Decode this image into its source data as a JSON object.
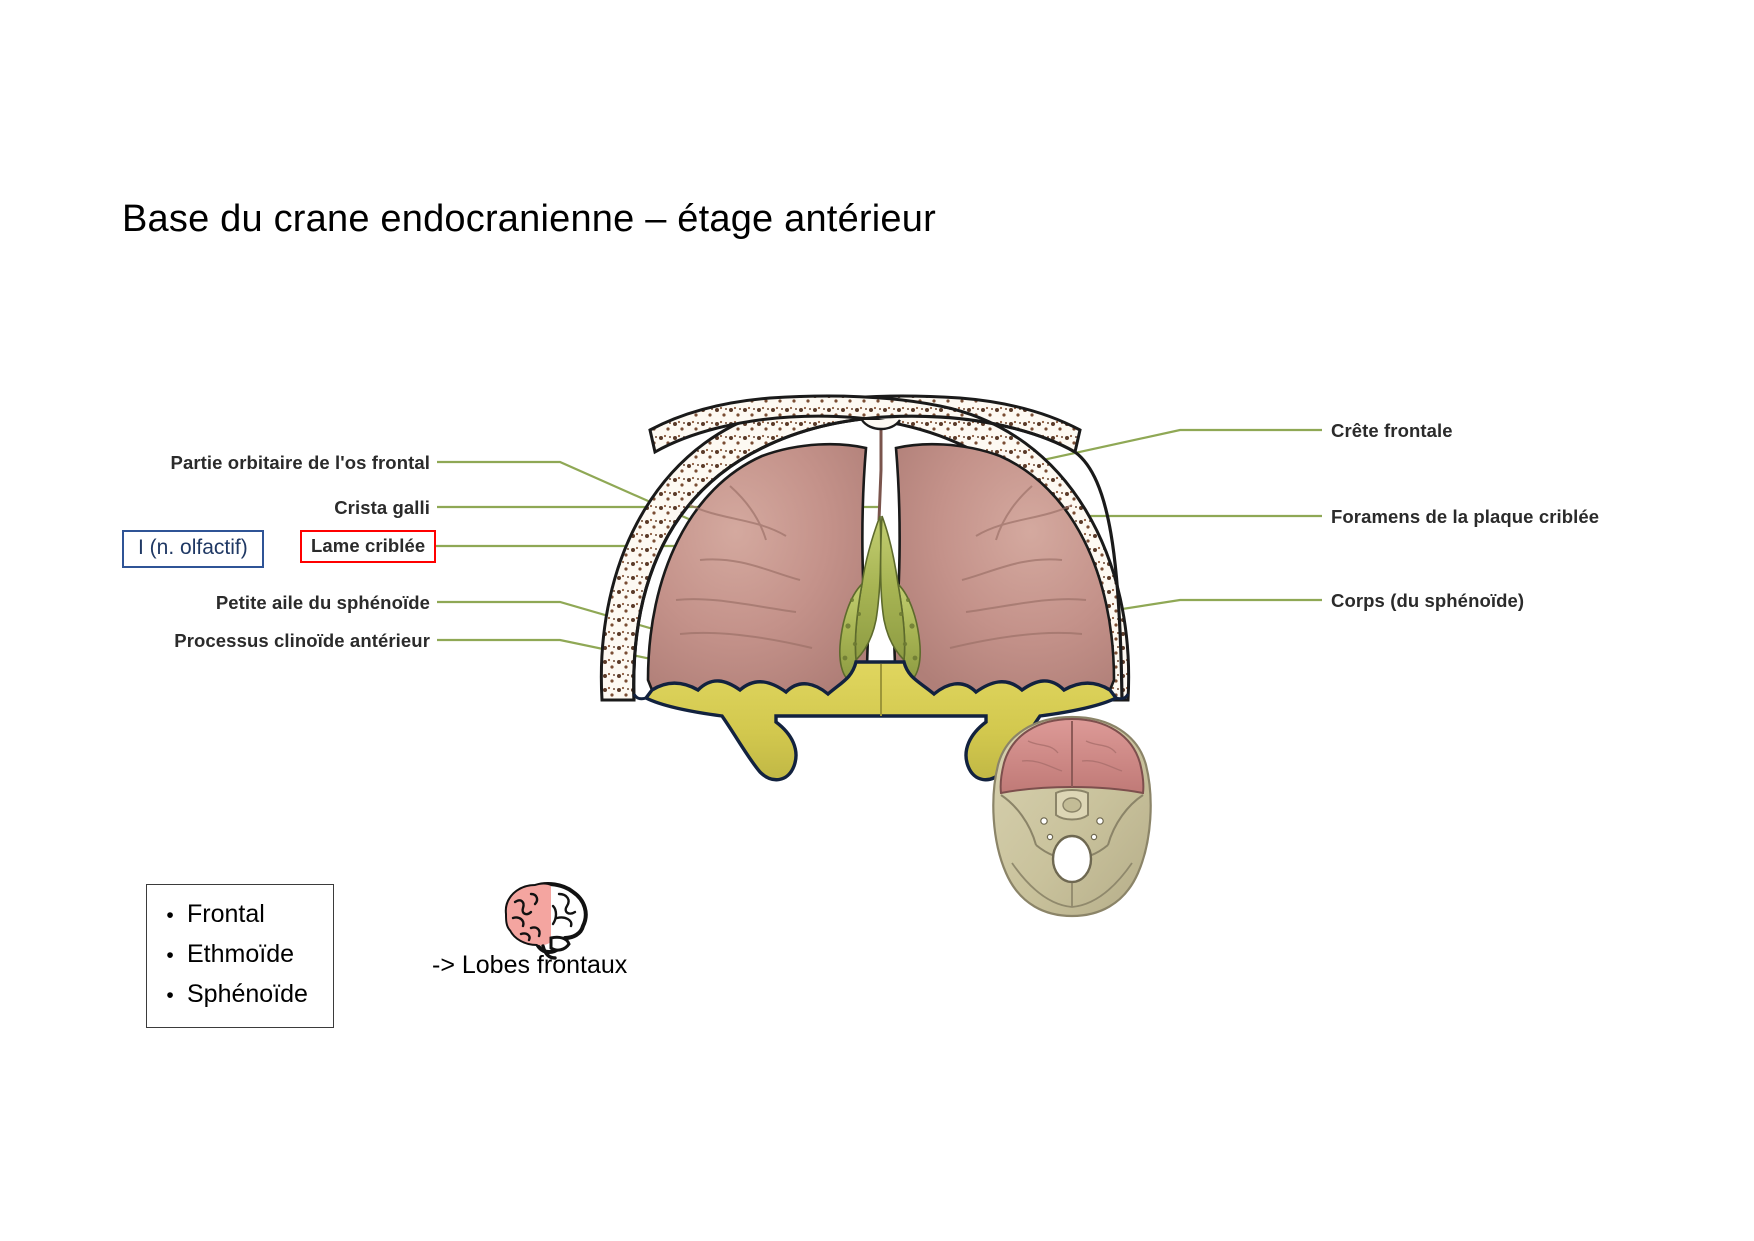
{
  "slide": {
    "title": "Base du crane endocranienne – étage antérieur"
  },
  "figure": {
    "labels_left": [
      {
        "id": "partie-orbitaire",
        "text": "Partie orbitaire de l'os frontal"
      },
      {
        "id": "crista-galli",
        "text": "Crista galli"
      },
      {
        "id": "lame-criblee",
        "text": "Lame criblée",
        "highlight_color": "#ff0000"
      },
      {
        "id": "petite-aile",
        "text": "Petite aile du sphénoïde"
      },
      {
        "id": "processus-clinoide",
        "text": "Processus clinoïde antérieur"
      }
    ],
    "labels_right": [
      {
        "id": "crete-frontale",
        "text": "Crête frontale"
      },
      {
        "id": "foramens-plaque-criblee",
        "text": "Foramens de la plaque criblée"
      },
      {
        "id": "corps-sphenoide",
        "text": "Corps (du sphénoïde)"
      }
    ],
    "annotation_box": {
      "text": "I (n. olfactif)",
      "border_color": "#2f5496",
      "text_color": "#1f3864"
    },
    "leader_line_color": "#8fa855",
    "colors": {
      "frontal_bone": "#c49287",
      "ethmoid": "#a9b455",
      "sphenoid": "#d6cc53",
      "bone_outline": "#1a1a1a",
      "diploe": "#fdf8f0"
    }
  },
  "bones_box": {
    "bullet": "•",
    "items": [
      "Frontal",
      "Ethmoïde",
      "Sphénoïde"
    ],
    "border_color": "#3b3b3b"
  },
  "brain_note": {
    "caption": "-> Lobes frontaux",
    "icon_name": "brain-lateral-icon",
    "highlight_color": "#f4a5a0"
  },
  "orientation_thumbnail": {
    "icon_name": "skull-base-superior-view-icon",
    "anterior_fossa_color": "#cf8a8a",
    "bone_color": "#cfc9a6"
  }
}
